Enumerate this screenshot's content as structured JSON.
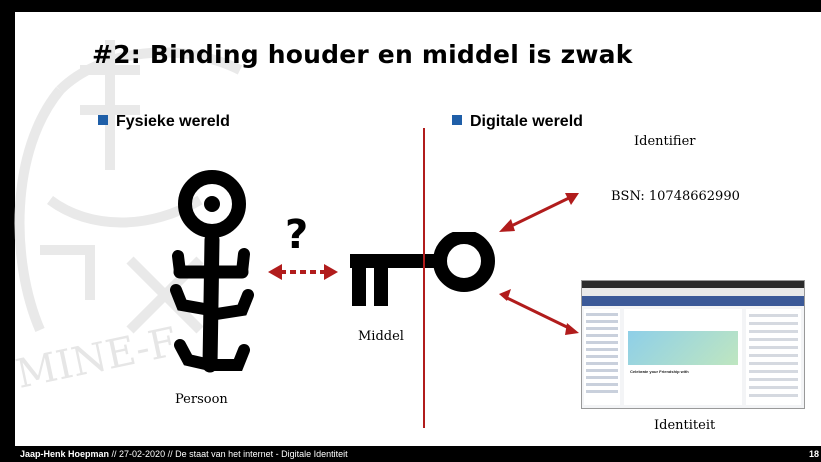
{
  "slide": {
    "title": "#2: Binding houder en middel is zwak",
    "left_heading": "Fysieke wereld",
    "right_heading": "Digitale wereld",
    "question_mark": "?",
    "labels": {
      "persoon": "Persoon",
      "middel": "Middel",
      "identifier": "Identifier",
      "bsn": "BSN: 10748662990",
      "identiteit": "Identiteit"
    },
    "watermark_text": "MINE-F",
    "colors": {
      "accent_red": "#b11c1c",
      "bullet_blue": "#1f5fa8"
    }
  },
  "footer": {
    "author": "Jaap-Henk Hoepman",
    "rest": " // 27-02-2020 // De staat van het internet - Digitale Identiteit",
    "page": "18"
  },
  "screenshot": {
    "caption": "Celebrate your Friendship with"
  }
}
